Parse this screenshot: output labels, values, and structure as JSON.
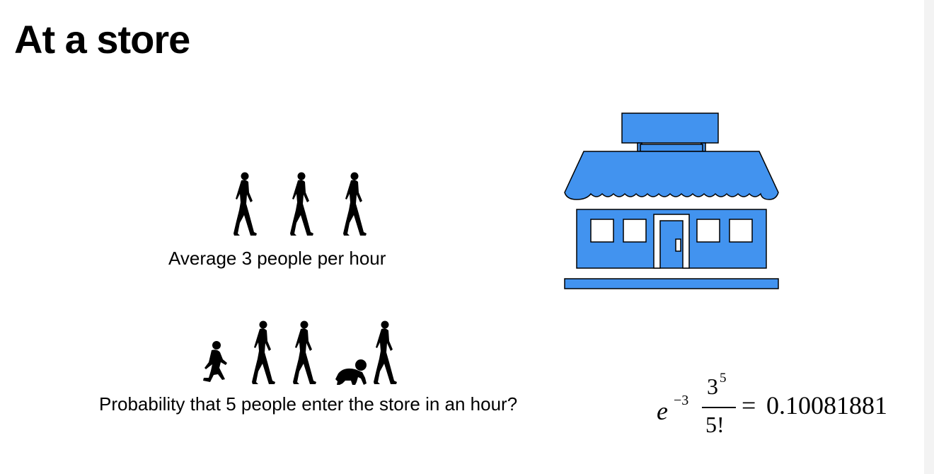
{
  "slide": {
    "title": "At a store"
  },
  "captions": {
    "average": "Average 3 people per hour",
    "probability": "Probability that 5 people enter the store in an hour?"
  },
  "formula": {
    "base": "e",
    "exponent": "−3",
    "numerator": "3",
    "numerator_exponent": "5",
    "denominator": "5!",
    "equals": "=",
    "result": "0.10081881"
  },
  "icons": {
    "store": "store-icon",
    "walker": "person-walking-icon",
    "child": "child-running-icon",
    "baby": "baby-crawling-icon"
  },
  "colors": {
    "store_fill": "#4293EF",
    "silhouette": "#000000"
  }
}
